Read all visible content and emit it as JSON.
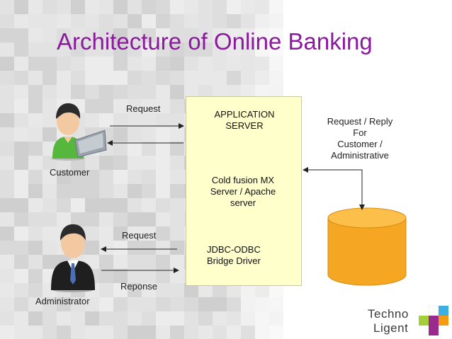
{
  "slide": {
    "title": "Architecture of Online Banking"
  },
  "actors": {
    "customer_label": "Customer",
    "administrator_label": "Administrator"
  },
  "customer_flow": {
    "request_label": "Request"
  },
  "admin_flow": {
    "request_label": "Request",
    "response_label": "Reponse"
  },
  "server": {
    "title_line1": "APPLICATION",
    "title_line2": "SERVER",
    "cf_line1": "Cold fusion MX",
    "cf_line2": "Server / Apache",
    "cf_line3": "server",
    "jdbc_line1": "JDBC-ODBC",
    "jdbc_line2": "Bridge Driver"
  },
  "database": {
    "note_line1": "Request / Reply",
    "note_line2": "For",
    "note_line3": "Customer /",
    "note_line4": "Administrative"
  },
  "logo": {
    "line1": "Techno",
    "line2": "Ligent"
  },
  "colors": {
    "title": "#8b1a9e",
    "server_fill": "#ffffcc",
    "db_fill": "#f5a623",
    "db_top": "#fcc04a",
    "customer_shirt": "#55b83c",
    "mosaic_base": "#dcdcdc"
  }
}
